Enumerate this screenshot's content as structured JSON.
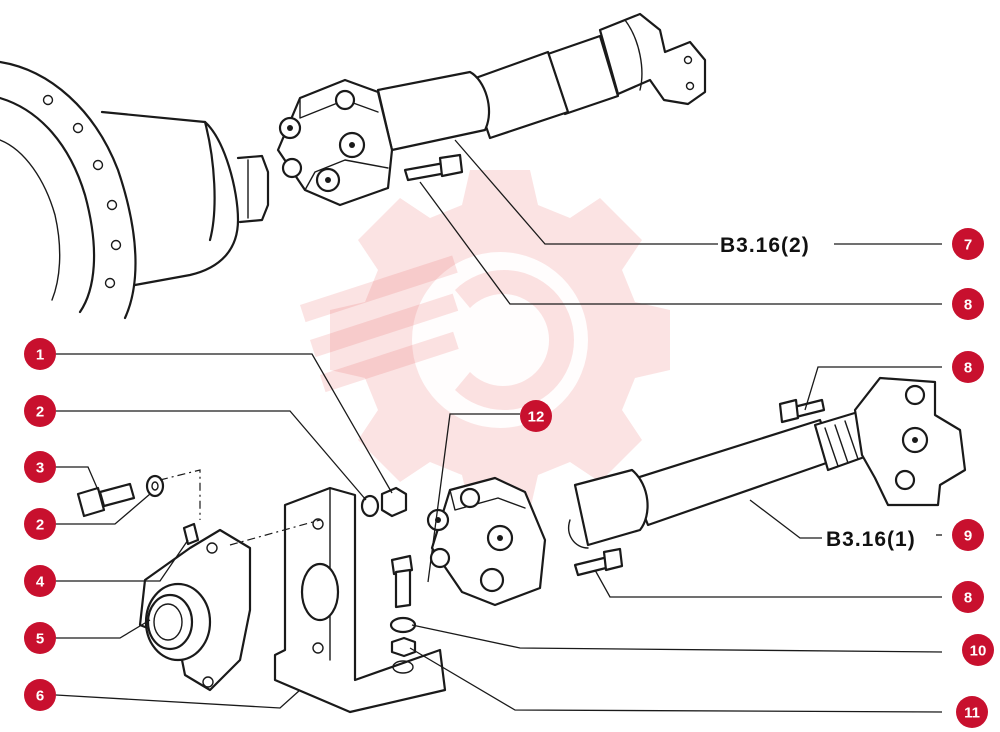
{
  "colors": {
    "badge": "#c8102e",
    "ink": "#1a1a1a",
    "watermark": "#e23b3b"
  },
  "watermark": {
    "icon": "gear-watermark-icon"
  },
  "references": {
    "rear_shaft": "B3.16(2)",
    "front_shaft": "B3.16(1)"
  },
  "callouts": [
    {
      "id": "c1",
      "label": "1"
    },
    {
      "id": "c2a",
      "label": "2"
    },
    {
      "id": "c3",
      "label": "3"
    },
    {
      "id": "c2b",
      "label": "2"
    },
    {
      "id": "c4",
      "label": "4"
    },
    {
      "id": "c5",
      "label": "5"
    },
    {
      "id": "c6",
      "label": "6"
    },
    {
      "id": "c7",
      "label": "7"
    },
    {
      "id": "c8a",
      "label": "8"
    },
    {
      "id": "c8b",
      "label": "8"
    },
    {
      "id": "c9",
      "label": "9"
    },
    {
      "id": "c8c",
      "label": "8"
    },
    {
      "id": "c10",
      "label": "10"
    },
    {
      "id": "c11",
      "label": "11"
    },
    {
      "id": "c12",
      "label": "12"
    }
  ]
}
